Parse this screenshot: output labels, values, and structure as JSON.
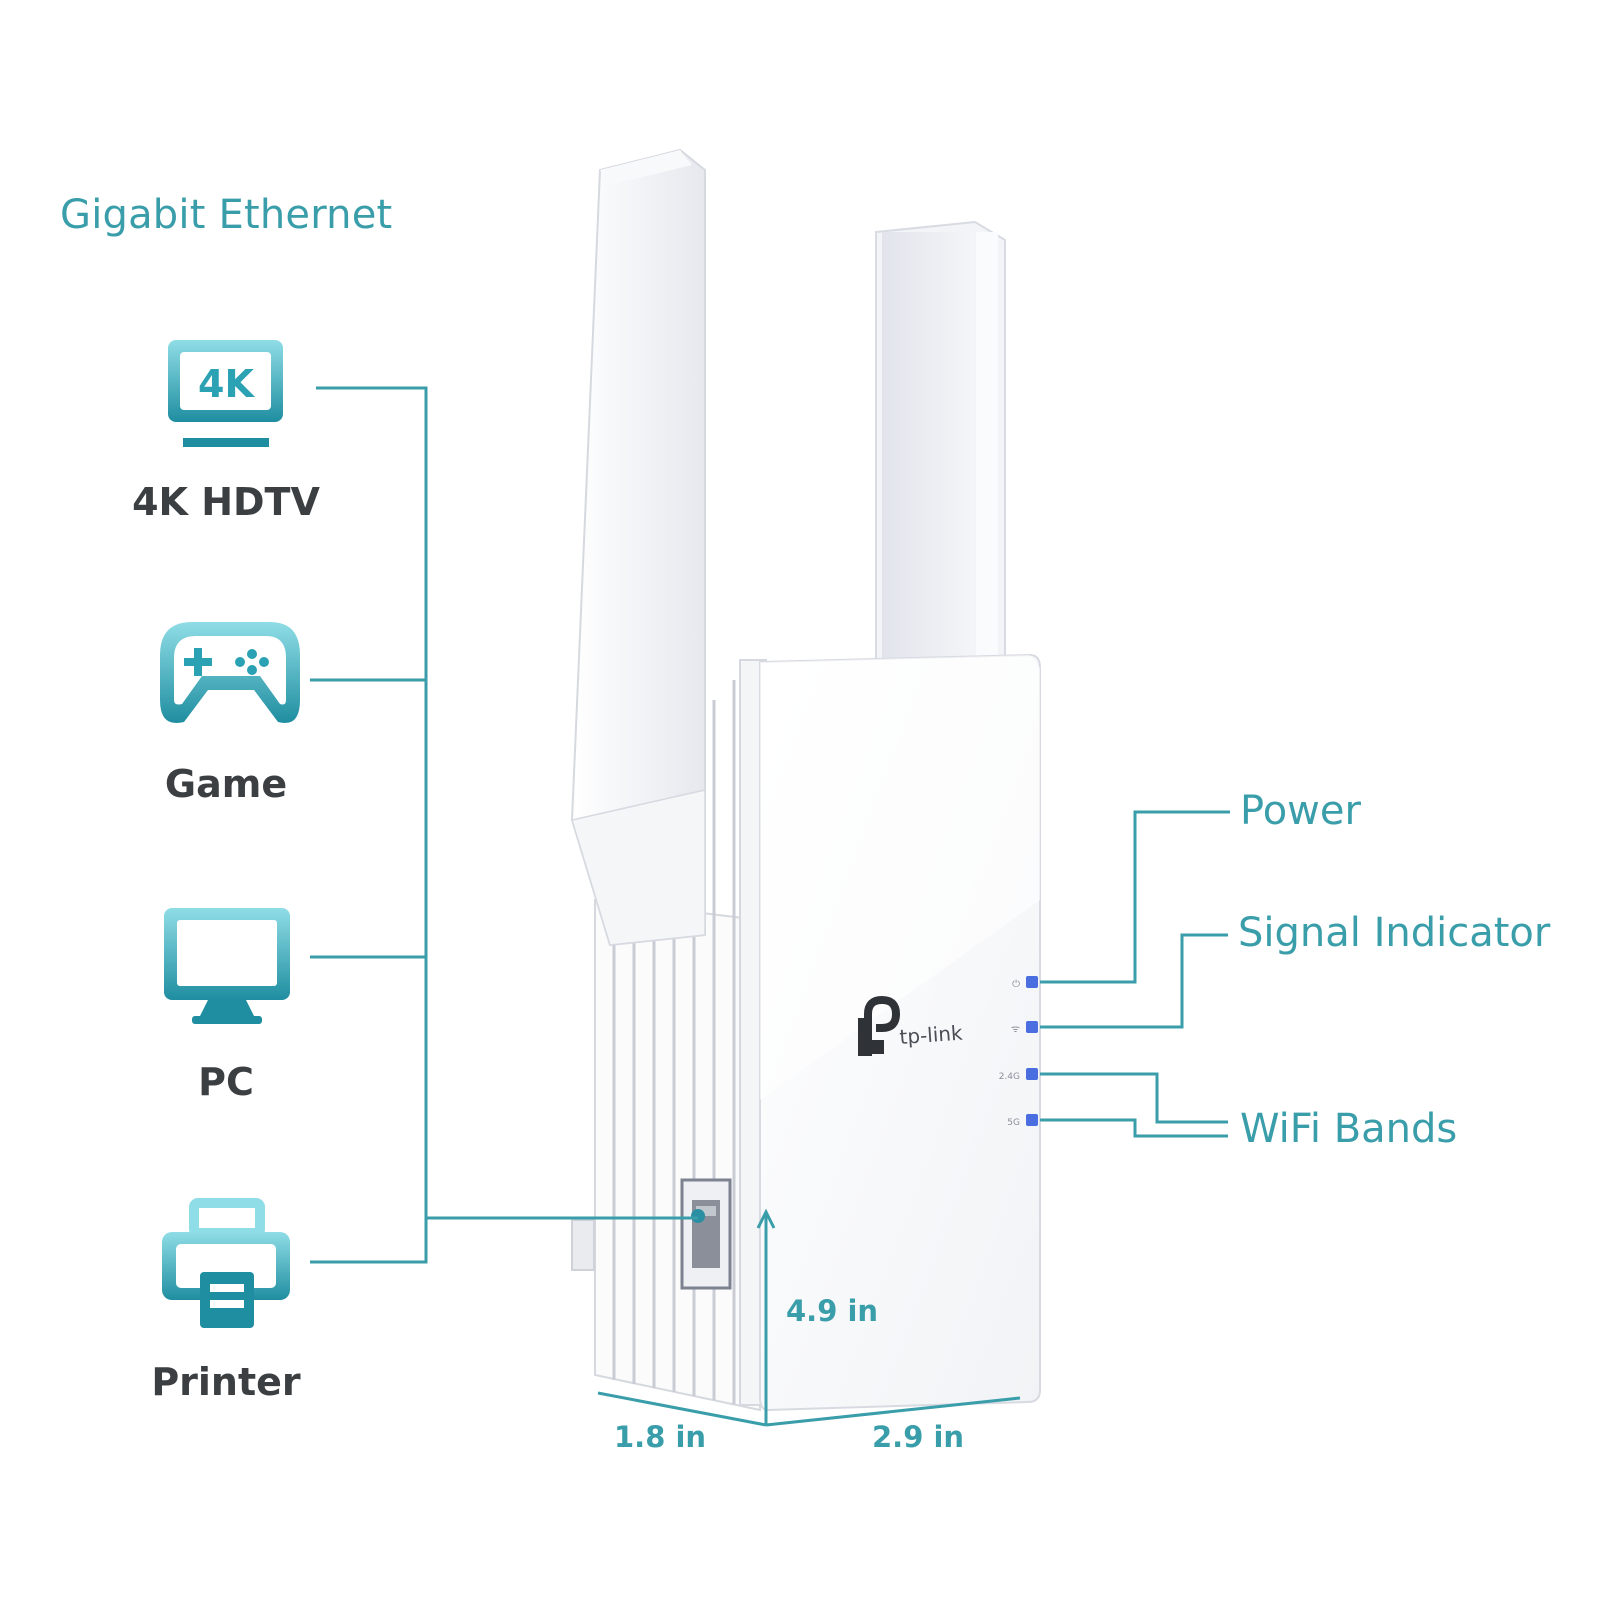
{
  "heading": "Gigabit Ethernet",
  "devices": [
    {
      "label": "4K HDTV",
      "icon": "tv-4k-icon",
      "icon_text": "4K"
    },
    {
      "label": "Game",
      "icon": "gamepad-icon"
    },
    {
      "label": "PC",
      "icon": "monitor-icon"
    },
    {
      "label": "Printer",
      "icon": "printer-icon"
    }
  ],
  "callouts": {
    "power": "Power",
    "signal": "Signal Indicator",
    "wifi": "WiFi Bands"
  },
  "led_labels": [
    "⏻",
    "ᯤ",
    "2.4G",
    "5G"
  ],
  "brand": "tp-link",
  "dimensions": {
    "height": "4.9 in",
    "depth": "1.8 in",
    "width": "2.9 in"
  },
  "colors": {
    "accent": "#3a9eaa",
    "accent_dark": "#1f7d8f",
    "icon_light": "#7fd3de",
    "label_text": "#3b3f42",
    "led": "#4a6ee0",
    "device_body": "#ffffff"
  }
}
